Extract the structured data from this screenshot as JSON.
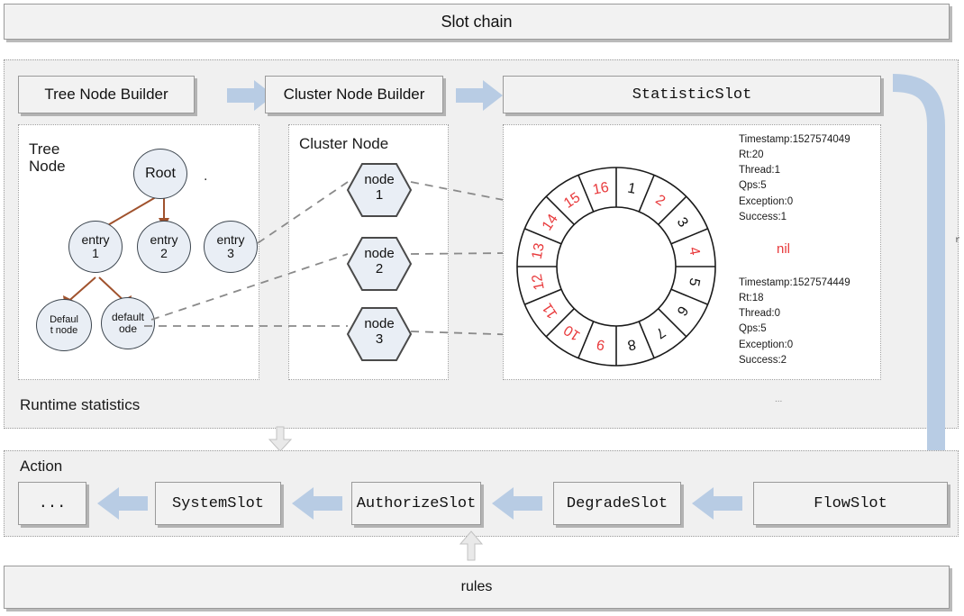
{
  "title_bar": {
    "label": "Slot chain"
  },
  "builders": {
    "tree_node_builder": "Tree Node Builder",
    "cluster_node_builder": "Cluster Node Builder",
    "statistic_slot": "StatisticSlot"
  },
  "runtime": {
    "section_label": "Runtime statistics",
    "tree": {
      "group_label": "Tree\nNode",
      "root": "Root",
      "entries": [
        "entry\n1",
        "entry\n2",
        "entry\n3"
      ],
      "leaves": [
        "Defaul\nt node",
        "default\node"
      ],
      "dot": "."
    },
    "cluster": {
      "group_label": "Cluster Node",
      "nodes": [
        "node\n1",
        "node\n2",
        "node\n3"
      ]
    },
    "ring": {
      "segments": [
        {
          "n": "1",
          "color": "#111111"
        },
        {
          "n": "2",
          "color": "#e8393b"
        },
        {
          "n": "3",
          "color": "#111111"
        },
        {
          "n": "4",
          "color": "#e8393b"
        },
        {
          "n": "5",
          "color": "#111111"
        },
        {
          "n": "6",
          "color": "#111111"
        },
        {
          "n": "7",
          "color": "#111111"
        },
        {
          "n": "8",
          "color": "#111111"
        },
        {
          "n": "9",
          "color": "#e8393b"
        },
        {
          "n": "10",
          "color": "#e8393b"
        },
        {
          "n": "11",
          "color": "#e8393b"
        },
        {
          "n": "12",
          "color": "#e8393b"
        },
        {
          "n": "13",
          "color": "#e8393b"
        },
        {
          "n": "14",
          "color": "#e8393b"
        },
        {
          "n": "15",
          "color": "#e8393b"
        },
        {
          "n": "16",
          "color": "#e8393b"
        }
      ]
    },
    "stats_top": {
      "timestamp": "Timestamp:1527574049",
      "rt": "Rt:20",
      "thread": "Thread:1",
      "qps": "Qps:5",
      "exception": "Exception:0",
      "success": "Success:1"
    },
    "stats_bottom": {
      "timestamp": "Timestamp:1527574449",
      "rt": "Rt:18",
      "thread": "Thread:0",
      "qps": "Qps:5",
      "exception": "Exception:0",
      "success": "Success:2"
    },
    "nil_label": "nil",
    "ellipsis": "...",
    "edge_mark": "r"
  },
  "action": {
    "section_label": "Action",
    "slots": [
      "...",
      "SystemSlot",
      "AuthorizeSlot",
      "DegradeSlot",
      "FlowSlot"
    ]
  },
  "rules_bar": {
    "label": "rules"
  },
  "colors": {
    "arrow_blue": "#b8cce4",
    "accent_red": "#e8393b",
    "tree_edge_brown": "#a0522d",
    "dashed_gray": "#8a8a8a",
    "box_fill": "#f2f2f2",
    "panel_fill": "#f0f0f0"
  }
}
